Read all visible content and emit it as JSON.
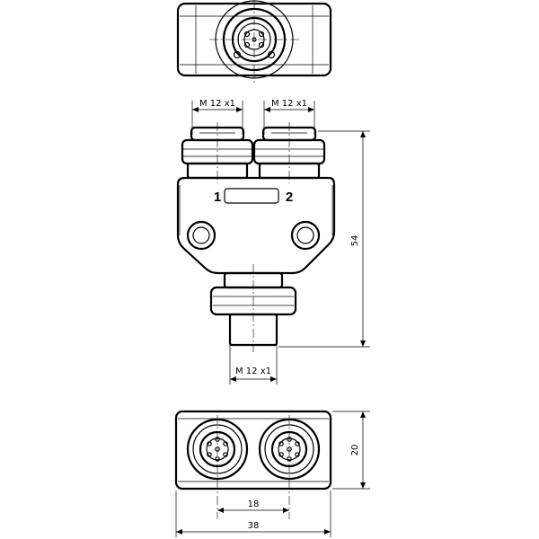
{
  "top_view": {
    "label": ""
  },
  "front_view": {
    "dim_top_left": "M 12 x1",
    "dim_top_right": "M 12 x1",
    "dim_bottom": "M 12 x1",
    "dim_height": "54",
    "port_1": "1",
    "port_2": "2"
  },
  "bottom_view": {
    "dim_pitch": "18",
    "dim_width": "38",
    "dim_depth": "20"
  }
}
